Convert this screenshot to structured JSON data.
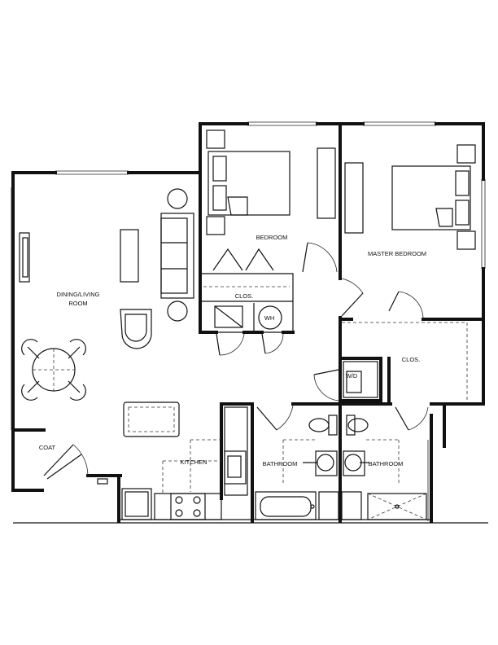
{
  "rooms": {
    "bedroom": "BEDROOM",
    "master_bedroom": "MASTER BEDROOM",
    "dining_living_line1": "DINING/LIVING",
    "dining_living_line2": "ROOM",
    "closet_bedroom": "CLOS.",
    "closet_master": "CLOS.",
    "water_heater": "WH",
    "washer_dryer": "W/D",
    "coat": "COAT",
    "kitchen": "KITCHEN",
    "bathroom_left": "BATHROOM",
    "bathroom_right": "BATHROOM"
  }
}
